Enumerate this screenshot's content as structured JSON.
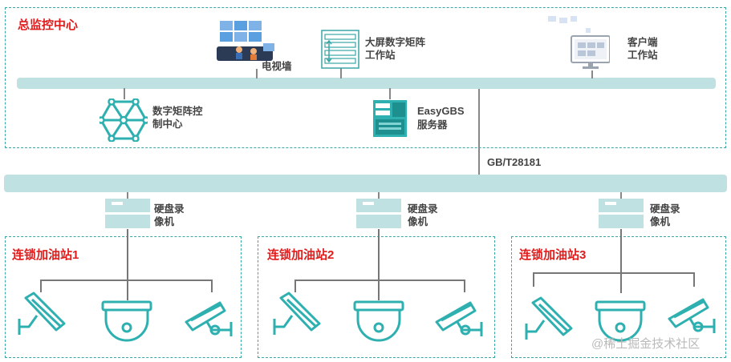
{
  "center": {
    "title": "总监控中心",
    "video_wall": "电视墙",
    "matrix_workstation": [
      "大屏数字矩阵",
      "工作站"
    ],
    "client_workstation": [
      "客户端",
      "工作站"
    ],
    "matrix_control": [
      "数字矩阵控",
      "制中心"
    ],
    "server": [
      "EasyGBS",
      "服务器"
    ]
  },
  "protocol_label": "GB/T28181",
  "nvr_label": [
    "硬盘录",
    "像机"
  ],
  "stations": [
    {
      "title": "连锁加油站1"
    },
    {
      "title": "连锁加油站2"
    },
    {
      "title": "连锁加油站3"
    }
  ],
  "watermark": "@稀土掘金技术社区",
  "colors": {
    "accent": "#3aa6a6",
    "title_red": "#e21b1b",
    "bus": "#bfe1e1",
    "icon": "#2fb0b0"
  }
}
